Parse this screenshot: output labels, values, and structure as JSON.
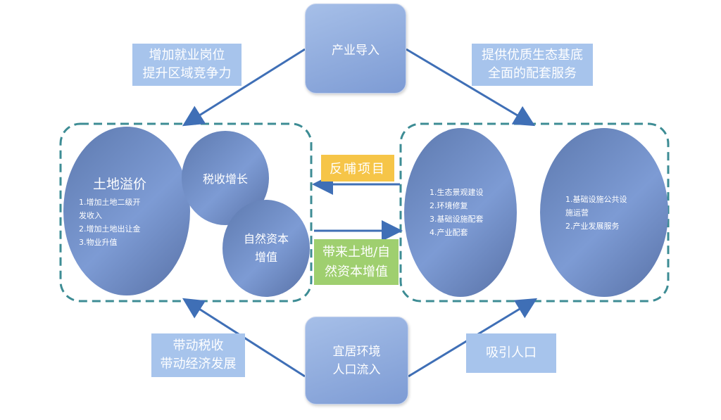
{
  "top_node": "产业导入",
  "bottom_node": [
    "宜居环境",
    "人口流入"
  ],
  "labels": {
    "top_left": [
      "增加就业岗位",
      "提升区域竞争力"
    ],
    "top_right": [
      "提供优质生态基底",
      "全面的配套服务"
    ],
    "bottom_left": [
      "带动税收",
      "带动经济发展"
    ],
    "bottom_right": "吸引人口"
  },
  "feedback": "反哺项目",
  "value_add": [
    "带来土地/自",
    "然资本增值"
  ],
  "left_group": {
    "land": {
      "title": "土地溢价",
      "items": [
        "1.增加土地二级开",
        "发收入",
        "2.增加土地出让金",
        "3.物业升值"
      ]
    },
    "tax": "税收增长",
    "nature": [
      "自然资本",
      "增值"
    ]
  },
  "right_group": {
    "eco": [
      "1.生态景观建设",
      "2.环境修复",
      "3.基础设施配套",
      "4.产业配套"
    ],
    "ops": [
      "1.基础设施公共设",
      "施运营",
      "2.产业发展服务"
    ]
  },
  "colors": {
    "arrow": "#3f6fb6",
    "dash": "#3d8c94",
    "feedback": "#f6c548",
    "value_add": "#9fcf6f"
  }
}
